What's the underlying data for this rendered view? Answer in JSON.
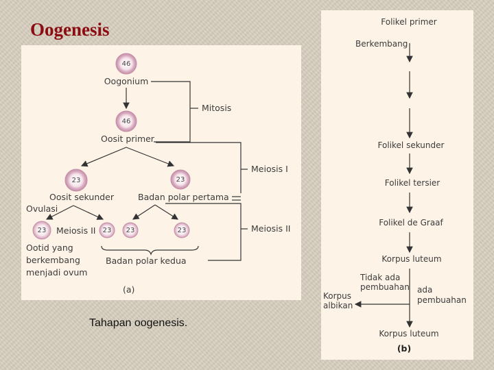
{
  "slide": {
    "title": "Oogenesis",
    "caption": "Tahapan oogenesis."
  },
  "panel_a": {
    "letter": "(a)",
    "oogonium_chromosomes": "46",
    "oogonium": "Oogonium",
    "mitosis": "Mitosis",
    "primary_oocyte_chromosomes": "46",
    "primary_oocyte": "Oosit primer",
    "meiosis_1": "Meiosis I",
    "secondary_oocyte_chromosomes": "23",
    "secondary_oocyte": "Oosit sekunder",
    "first_polar_body_chromosomes": "23",
    "first_polar_body": "Badan polar pertama",
    "ovulation": "Ovulasi",
    "meiosis_2_inline": "Meiosis II",
    "cell_23_a": "23",
    "cell_23_b": "23",
    "cell_23_c": "23",
    "cell_23_d": "23",
    "meiosis_2": "Meiosis II",
    "ootid_line1": "Ootid yang",
    "ootid_line2": "berkembang",
    "ootid_line3": "menjadi ovum",
    "second_polar_bodies": "Badan polar kedua"
  },
  "panel_b": {
    "letter": "(b)",
    "primary_follicle": "Folikel primer",
    "developing": "Berkembang",
    "secondary_follicle": "Folikel sekunder",
    "tertiary_follicle": "Folikel tersier",
    "graafian_follicle": "Folikel de Graaf",
    "corpus_luteum": "Korpus luteum",
    "no_fert_line1": "Tidak ada",
    "no_fert_line2": "pembuahan",
    "fert_line1": "ada",
    "fert_line2": "pembuahan",
    "corpus_albicans_line1": "Korpus",
    "corpus_albicans_line2": "albikan",
    "corpus_luteum_final": "Korpus luteum"
  },
  "colors": {
    "title": "#8b0d12",
    "panel_bg": "#fdf3e7",
    "slide_bg": "#d8d0bf",
    "cell_ring": "#d7a9bf",
    "cell_fill": "#f6e6ec"
  }
}
